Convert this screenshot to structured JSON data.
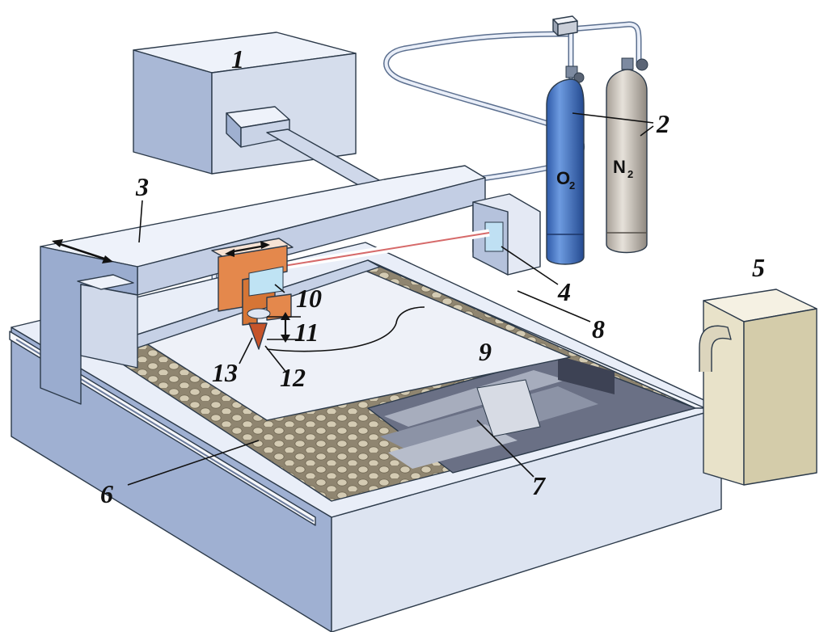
{
  "callouts": {
    "n1": "1",
    "n2": "2",
    "n3": "3",
    "n4": "4",
    "n5": "5",
    "n6": "6",
    "n7": "7",
    "n8": "8",
    "n9": "9",
    "n10": "10",
    "n11": "11",
    "n12": "12",
    "n13": "13"
  },
  "gases": {
    "o2_symbol": "O",
    "o2_sub": "2",
    "n2_symbol": "N",
    "n2_sub": "2"
  },
  "colors": {
    "steel_light": "#dfe6f3",
    "steel_mid": "#b9c6de",
    "steel_dark": "#8b9bbd",
    "oxygen_cylinder": "#3e73c8",
    "nitrogen_cylinder": "#c9c3bb",
    "cutting_head": "#e48a4f",
    "honeycomb": "#b9ae94",
    "extractor": "#eee8d2"
  }
}
